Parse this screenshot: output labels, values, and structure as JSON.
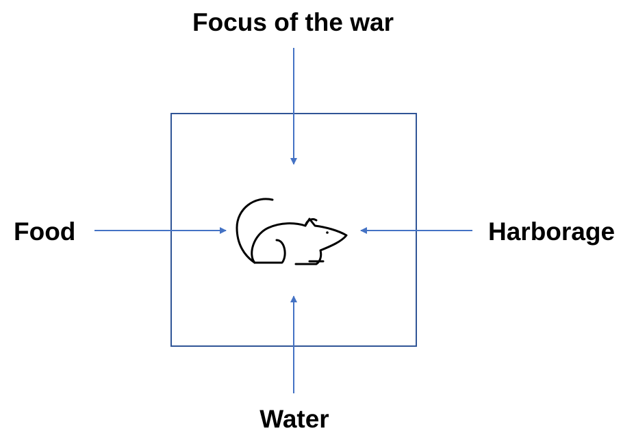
{
  "labels": {
    "top": "Focus of the war",
    "left": "Food",
    "right": "Harborage",
    "bottom": "Water"
  },
  "center_icon": "rat-icon",
  "colors": {
    "arrow": "#4472C4",
    "frame": "#2F5496",
    "text": "#000000"
  }
}
